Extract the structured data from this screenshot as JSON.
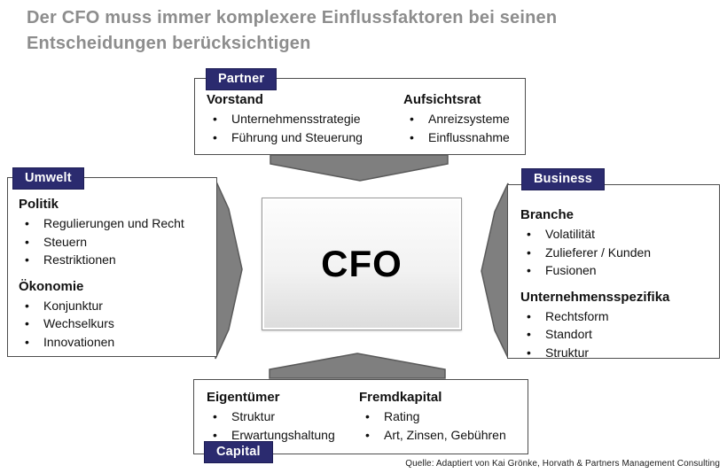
{
  "title": {
    "line1": "Der CFO muss immer komplexere Einflussfaktoren bei seinen",
    "line2": "Entscheidungen berücksichtigen"
  },
  "center": {
    "label": "CFO"
  },
  "source": "Quelle: Adaptiert von Kai Grönke, Horvath &  Partners Management Consulting",
  "colors": {
    "tab_bg": "#2b2b6f",
    "tab_text": "#ffffff",
    "arrow_fill": "#7f7f7f",
    "arrow_stroke": "#5a5a5a",
    "title_text": "#8d8d8d",
    "panel_border": "#4d4d4d"
  },
  "boxes": {
    "partner": {
      "tab": "Partner",
      "columns": [
        {
          "heading": "Vorstand",
          "items": [
            "Unternehmensstrategie",
            "Führung und Steuerung"
          ]
        },
        {
          "heading": "Aufsichtsrat",
          "items": [
            "Anreizsysteme",
            "Einflussnahme"
          ]
        }
      ]
    },
    "umwelt": {
      "tab": "Umwelt",
      "sections": [
        {
          "heading": "Politik",
          "items": [
            "Regulierungen und Recht",
            "Steuern",
            "Restriktionen"
          ]
        },
        {
          "heading": "Ökonomie",
          "items": [
            "Konjunktur",
            "Wechselkurs",
            "Innovationen"
          ]
        }
      ]
    },
    "business": {
      "tab": "Business",
      "sections": [
        {
          "heading": "Branche",
          "items": [
            "Volatilität",
            "Zulieferer / Kunden",
            "Fusionen"
          ]
        },
        {
          "heading": "Unternehmensspezifika",
          "items": [
            "Rechtsform",
            "Standort",
            "Struktur"
          ]
        }
      ]
    },
    "capital": {
      "tab": "Capital",
      "columns": [
        {
          "heading": "Eigentümer",
          "items": [
            "Struktur",
            "Erwartungshaltung"
          ]
        },
        {
          "heading": "Fremdkapital",
          "items": [
            "Rating",
            "Art, Zinsen, Gebühren"
          ]
        }
      ]
    }
  }
}
